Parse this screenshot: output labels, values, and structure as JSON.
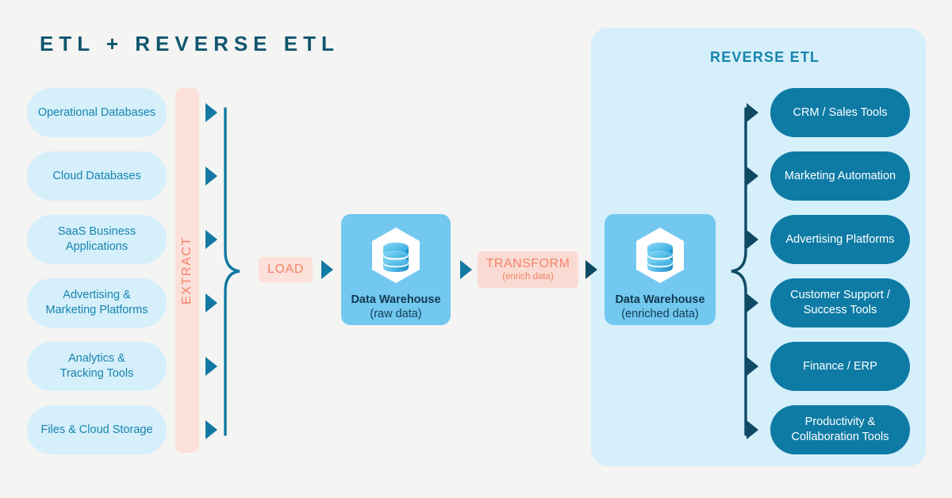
{
  "title": "ETL + REVERSE ETL",
  "colors": {
    "page_background": "#f4f4f3",
    "title": "#10556f",
    "panel_background": "#d5effb",
    "panel_title": "#1885ae",
    "source_pill_bg": "#d5effb",
    "source_pill_text": "#1684ae",
    "destination_pill_bg": "#0e7ba5",
    "destination_pill_text": "#ffffff",
    "stage_chip_bg": "#fce0da",
    "stage_chip_text": "#f4836a",
    "warehouse_card_bg": "#72c8ef",
    "warehouse_text": "#123a52",
    "arrow_light": "#1279a4",
    "arrow_dark": "#0f4a65"
  },
  "extract": {
    "label": "EXTRACT"
  },
  "load": {
    "label": "LOAD"
  },
  "transform": {
    "label": "TRANSFORM",
    "sublabel": "(enrich data)"
  },
  "sources": {
    "items": [
      {
        "label": "Operational Databases"
      },
      {
        "label": "Cloud Databases"
      },
      {
        "label": "SaaS Business\nApplications",
        "line1": "SaaS Business",
        "line2": "Applications"
      },
      {
        "label": "Advertising &\nMarketing Platforms",
        "line1": "Advertising &",
        "line2": "Marketing Platforms"
      },
      {
        "label": "Analytics &\nTracking Tools",
        "line1": "Analytics &",
        "line2": "Tracking Tools"
      },
      {
        "label": "Files & Cloud Storage"
      }
    ]
  },
  "warehouses": {
    "raw": {
      "icon": "database-hexagon-icon",
      "name": "Data Warehouse",
      "state": "(raw data)"
    },
    "enriched": {
      "icon": "database-hexagon-icon",
      "name": "Data Warehouse",
      "state": "(enriched data)"
    }
  },
  "reverse_etl": {
    "title": "REVERSE ETL",
    "destinations": [
      {
        "label": "CRM / Sales Tools"
      },
      {
        "label": "Marketing Automation"
      },
      {
        "label": "Advertising Platforms"
      },
      {
        "label": "Customer Support /\nSuccess Tools",
        "line1": "Customer Support /",
        "line2": "Success Tools"
      },
      {
        "label": "Finance / ERP"
      },
      {
        "label": "Productivity &\nCollaboration Tools",
        "line1": "Productivity &",
        "line2": "Collaboration Tools"
      }
    ]
  },
  "icons": {
    "arrow_right": "triangle-right-icon",
    "bracket_left": "curly-brace-right-icon",
    "bracket_right": "curly-brace-right-icon"
  }
}
